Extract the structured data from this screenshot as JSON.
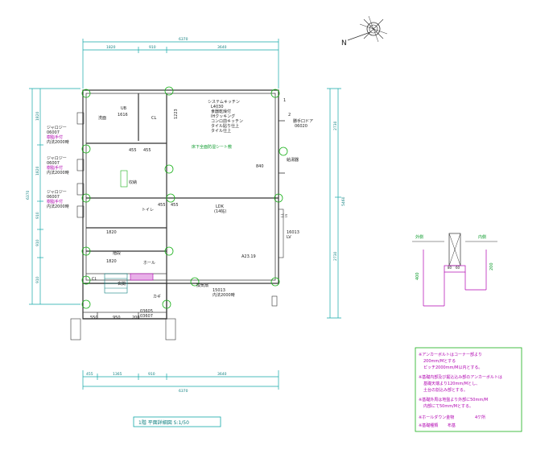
{
  "compass_label": "N",
  "top_dims": {
    "total": "6370",
    "d1": "1820",
    "d2": "910",
    "d3": "3640"
  },
  "bottom_dims": {
    "total": "6370",
    "d1": "455",
    "d2": "1365",
    "d3": "910",
    "d4": "3640"
  },
  "left_dims": {
    "total": "6370",
    "d1": "1820",
    "d2": "1820",
    "d3": "910",
    "d4": "910",
    "d5": "910"
  },
  "right_dims": {
    "total": "5460",
    "d1": "2730",
    "d2": "2730"
  },
  "left_labels": [
    {
      "l1": "ジャロジー",
      "l2": "06007",
      "l3": "樹脂手付",
      "l4": "内法2000時"
    },
    {
      "l1": "ジャロジー",
      "l2": "06007",
      "l3": "樹脂手付",
      "l4": "内法2000時"
    },
    {
      "l1": "ジャロジー",
      "l2": "06007",
      "l3": "樹脂手付",
      "l4": "内法2000時"
    }
  ],
  "rooms": {
    "ub": "UB",
    "ub_size": "1616",
    "senmen": "洗面",
    "cl": "CL",
    "kitchen_title": "システムキッチン",
    "kitchen_l1": "L4030",
    "kitchen_l2": "食器乾燥付",
    "kitchen_l3": "IHクッキング",
    "kitchen_l4": "コンロ前キッチン",
    "kitchen_l5": "タイル貼り仕上",
    "kitchen_l6": "タイル仕上",
    "floor_note": "床下全面防湿シート敷",
    "ldk": "LDK",
    "ldk_size": "(14帖)",
    "ldk_code1": "16013",
    "ldk_code2": "LV",
    "ldk_code3": "A23.19",
    "storage": "収納",
    "toilet": "トイレ",
    "genkan": "玄関",
    "bottom_code": "15013",
    "bottom_code2": "内法2000時",
    "entrance_code": "03605",
    "entrance_code2": "03607",
    "hall": "ホール",
    "key": "カギ",
    "cl2": "CL",
    "stair": "階段",
    "sdoor": "勝手口ドア",
    "sdoor_code": "06020",
    "num1": "1",
    "num2": "2",
    "hz": "給湯器",
    "trash": "ゴミ",
    "eval": "換気扇",
    "d840": "840",
    "d455a": "455",
    "d455b": "455",
    "d455c": "455",
    "d1223": "1223",
    "d455d": "455",
    "d1820a": "1820",
    "d1820b": "1820",
    "d550": "550",
    "d950": "950",
    "d200": "200"
  },
  "detail": {
    "outside": "外側",
    "inside": "内側",
    "d1": "80",
    "d2": "60",
    "vlabel": "400",
    "vlabel2": "200"
  },
  "notes": {
    "n1": "※アンカーボルトはコーナー部より",
    "n2": "200mm/Mとする",
    "n3": "ピッチ2000mm/M以内とする。",
    "n4": "※基礎内部及び掘込込み部のアンカーボルトは",
    "n5": "基礎天端より120mm/Mとし、",
    "n6": "土台の割込み部とする。",
    "n7": "※基礎外周は地盤より外部に50mm/M",
    "n8": "内部にて50mm/Mとする。",
    "n9": "※ホールダウン金物",
    "n9b": "4ケ所",
    "n10": "※基礎種類",
    "n10b": "布基"
  },
  "title": "1階 平面詳細図 S:1/50"
}
